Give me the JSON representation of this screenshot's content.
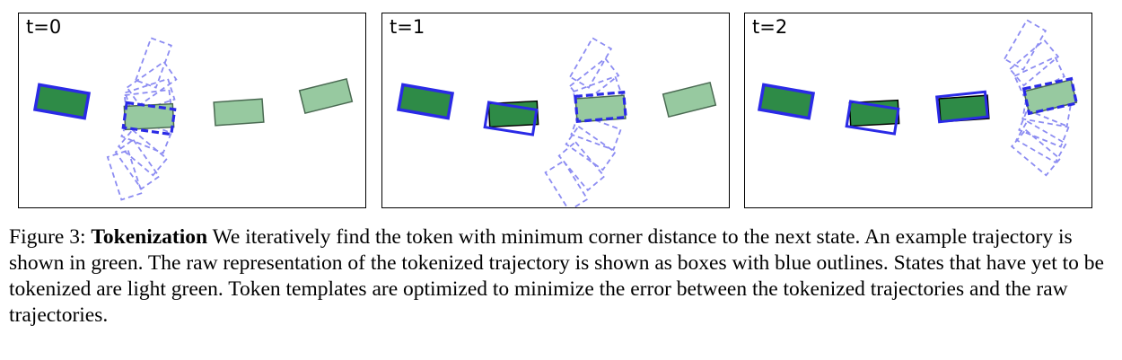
{
  "panels": [
    {
      "label": "t=0"
    },
    {
      "label": "t=1"
    },
    {
      "label": "t=2"
    }
  ],
  "caption": {
    "prefix": "Figure 3:",
    "title": "Tokenization",
    "text": "We iteratively find the token with minimum corner distance to the next state. An example trajectory is shown in green. The raw representation of the tokenized trajectory is shown as boxes with blue outlines. States that have yet to be tokenized are light green. Token templates are optimized to minimize the error between the tokenized trajectories and the raw trajectories."
  },
  "colors": {
    "tokenized_green": "#2e8b47",
    "pending_green": "#97c9a0",
    "raw_blue": "#2a2ae6",
    "template_blue": "#8c8cf2",
    "outline_black": "#000000"
  }
}
